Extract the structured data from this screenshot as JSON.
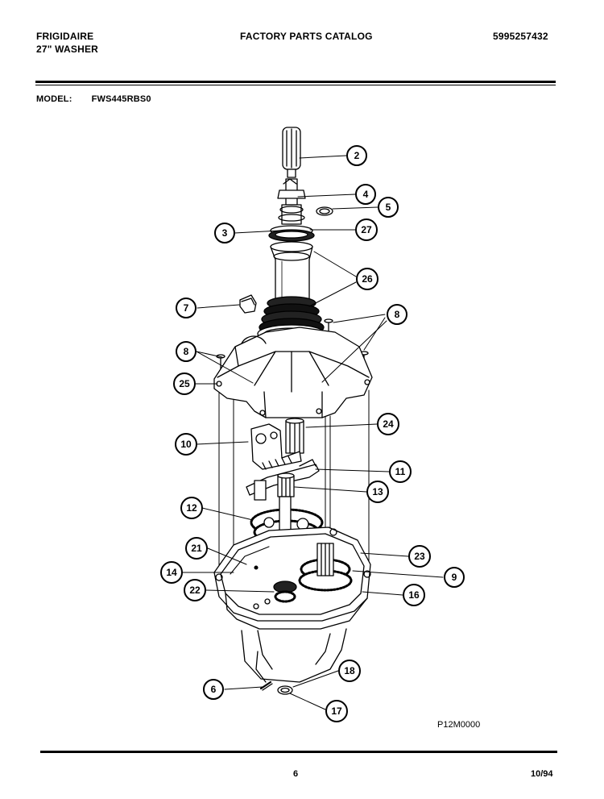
{
  "header": {
    "brand": "FRIGIDAIRE",
    "product": "27\" WASHER",
    "catalog_title": "FACTORY PARTS CATALOG",
    "catalog_number": "5995257432"
  },
  "model": {
    "label": "MODEL:",
    "value": "FWS445RBS0"
  },
  "diagram": {
    "drawing_code": "P12M0000",
    "callouts": [
      "2",
      "4",
      "5",
      "3",
      "27",
      "26",
      "7",
      "8",
      "8",
      "25",
      "24",
      "10",
      "11",
      "13",
      "12",
      "21",
      "23",
      "14",
      "9",
      "22",
      "16",
      "18",
      "6",
      "17"
    ]
  },
  "footer": {
    "page": "6",
    "date": "10/94"
  }
}
